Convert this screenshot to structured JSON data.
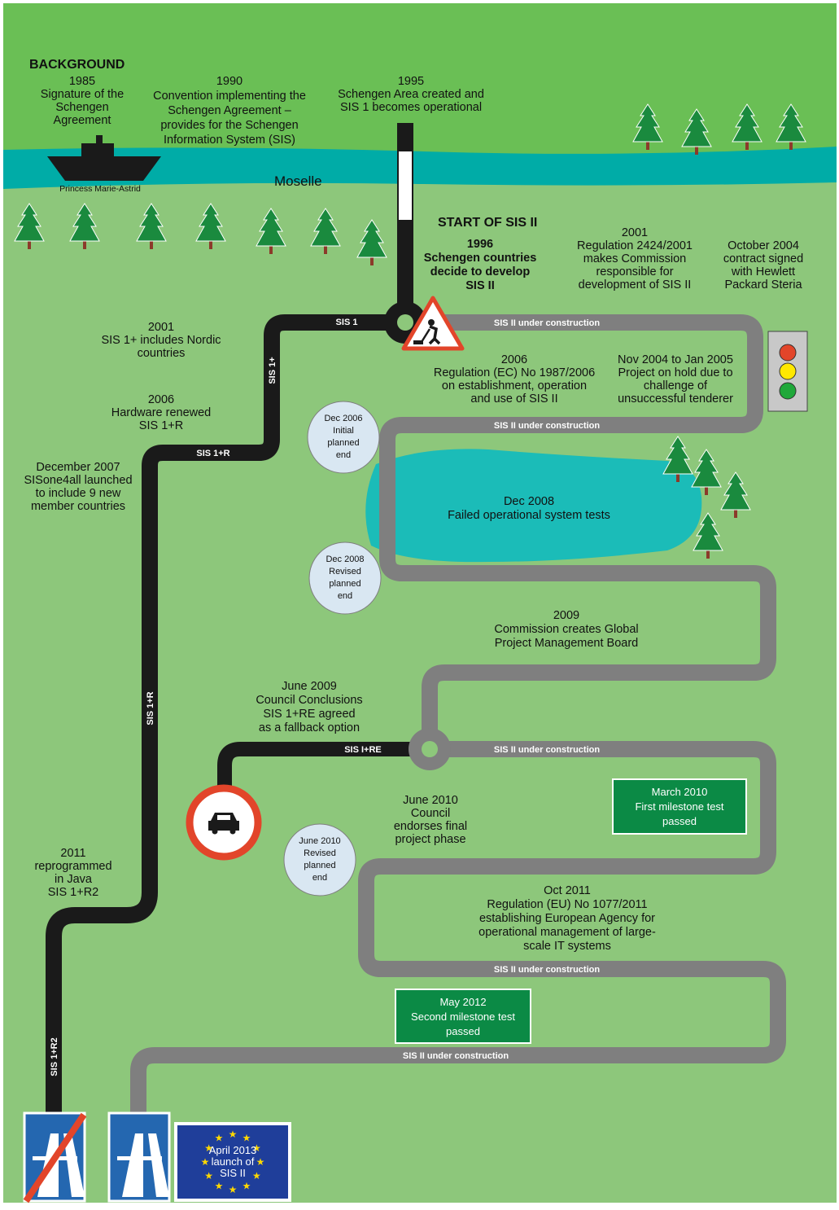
{
  "background": {
    "heading": "BACKGROUND",
    "e1985": [
      "1985",
      "Signature of the",
      "Schengen",
      "Agreement"
    ],
    "e1990": [
      "1990",
      "Convention implementing the",
      "Schengen Agreement –",
      "provides for the Schengen",
      "Information System (SIS)"
    ],
    "e1995": [
      "1995",
      "Schengen Area created and",
      "SIS 1 becomes operational"
    ],
    "boat_name": "Princess Marie-Astrid",
    "river_name": "Moselle"
  },
  "start": {
    "heading": "START OF SIS II",
    "e1996": [
      "1996",
      "Schengen countries",
      "decide to develop",
      "SIS II"
    ],
    "e2001": [
      "2001",
      "Regulation 2424/2001",
      "makes Commission",
      "responsible for",
      "development of SIS II"
    ],
    "e2004": [
      "October 2004",
      "contract signed",
      "with Hewlett",
      "Packard Steria"
    ]
  },
  "left_events": {
    "e2001": [
      "2001",
      "SIS 1+ includes Nordic",
      "countries"
    ],
    "e2006": [
      "2006",
      "Hardware renewed",
      "SIS 1+R"
    ],
    "e2007": [
      "December 2007",
      "SISone4all launched",
      "to include 9 new",
      "member countries"
    ],
    "e2011": [
      "2011",
      "reprogrammed",
      "in Java",
      "SIS 1+R2"
    ]
  },
  "right_events": {
    "e2006": [
      "2006",
      "Regulation (EC) No 1987/2006",
      "on establishment, operation",
      "and use of SIS II"
    ],
    "e2004hold": [
      "Nov 2004 to Jan 2005",
      "Project on hold due to",
      "challenge of",
      "unsuccessful tenderer"
    ],
    "e2008": [
      "Dec 2008",
      "Failed operational system tests"
    ],
    "e2009": [
      "2009",
      "Commission creates Global",
      "Project Management Board"
    ],
    "e2009june": [
      "June 2009",
      "Council Conclusions",
      "SIS 1+RE agreed",
      "as a fallback option"
    ],
    "e2010june": [
      "June 2010",
      "Council",
      "endorses final",
      "project phase"
    ],
    "e2011oct": [
      "Oct 2011",
      "Regulation (EU) No 1077/2011",
      "establishing European Agency for",
      "operational management of large-",
      "scale IT systems"
    ]
  },
  "planned_end": {
    "c2006": [
      "Dec 2006",
      "Initial",
      "planned",
      "end"
    ],
    "c2008": [
      "Dec 2008",
      "Revised",
      "planned",
      "end"
    ],
    "c2010": [
      "June 2010",
      "Revised",
      "planned",
      "end"
    ]
  },
  "milestones": {
    "m2010": [
      "March 2010",
      "First milestone test",
      "passed"
    ],
    "m2012": [
      "May 2012",
      "Second milestone test",
      "passed"
    ]
  },
  "road_labels": {
    "sis1": "SIS 1",
    "sis1plus": "SIS 1+",
    "sis1r": "SIS 1+R",
    "sis1re": "SIS I+RE",
    "sis1r2": "SIS 1+R2",
    "sis2": "SIS II under construction"
  },
  "launch": [
    "April 2013",
    "launch of",
    "SIS II"
  ],
  "colors": {
    "grass": "#8dc77b",
    "dark_grass": "#6abf55",
    "river": "#00aca7",
    "lake": "#1bbcb8",
    "tree": "#1a8a3e",
    "trunk": "#8b3a2a",
    "road_black": "#1a1a1a",
    "road_grey": "#7f7f7f",
    "milestone_green": "#0b8a45",
    "planned_circle": "#d9e7f2",
    "eu_blue": "#1f3e9a",
    "sign_blue": "#2467b0",
    "sign_red": "#e2452a"
  }
}
